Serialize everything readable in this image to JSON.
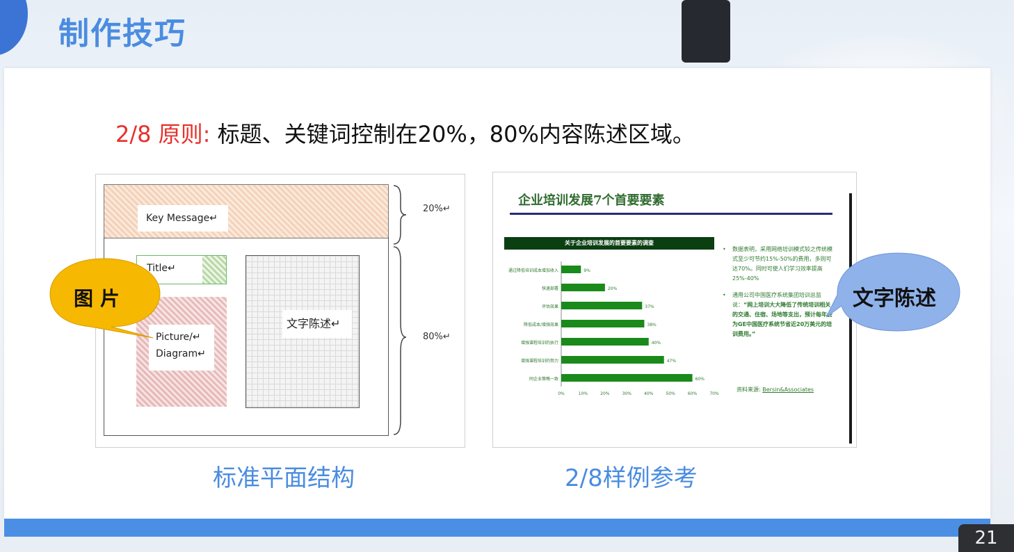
{
  "header": {
    "title": "制作技巧"
  },
  "principle": {
    "label": "2/8 原则:",
    "text": " 标题、关键词控制在20%，80%内容陈述区域。"
  },
  "left_diagram": {
    "key_message": "Key Message↵",
    "title_box": "Title↵",
    "picture_line1": "Picture/↵",
    "picture_line2": "Diagram↵",
    "text_area": "文字陈述↵",
    "pct_top": "20%↵",
    "pct_bottom": "80%↵",
    "callout": "图片"
  },
  "right_sample": {
    "title": "企业培训发展7个首要要素",
    "chart_header": "关于企业培训发展的首要要素的调查",
    "bullet1": "数据表明，采用网络培训模式较之传统模式至少可节约15%-50%的费用，多则可达70%。同时可使人们学习效率提高 25%-40%",
    "bullet2_normal": "通用公司中国医疗系统集团培训总监说：",
    "bullet2_bold": "“网上培训大大降低了传统培训相关的交通、住宿、场地等支出，预计每年会为GE中国医疗系统节省近20万美元的培训费用。”",
    "source_label": "资料来源: ",
    "source_link": "Bersin&Associates",
    "callout": "文字陈述"
  },
  "chart_data": {
    "type": "bar",
    "orientation": "horizontal",
    "title": "关于企业培训发展的首要要素的调查",
    "categories": [
      "通过降低培训成本增加收入",
      "快速部署",
      "评估效果",
      "降低成本/增强效果",
      "增强课程培训的执行",
      "增强课程培训的努力",
      "同企业策略一致"
    ],
    "values": [
      9,
      20,
      37,
      38,
      40,
      47,
      60
    ],
    "value_labels": [
      "9%",
      "20%",
      "37%",
      "38%",
      "40%",
      "47%",
      "60%"
    ],
    "xticks": [
      "0%",
      "10%",
      "20%",
      "30%",
      "40%",
      "50%",
      "60%",
      "70%"
    ],
    "xlim": [
      0,
      70
    ],
    "bar_color": "#1a8a1a"
  },
  "captions": {
    "left": "标准平面结构",
    "right": "2/8样例参考"
  },
  "footer": {
    "page_number": "21"
  }
}
